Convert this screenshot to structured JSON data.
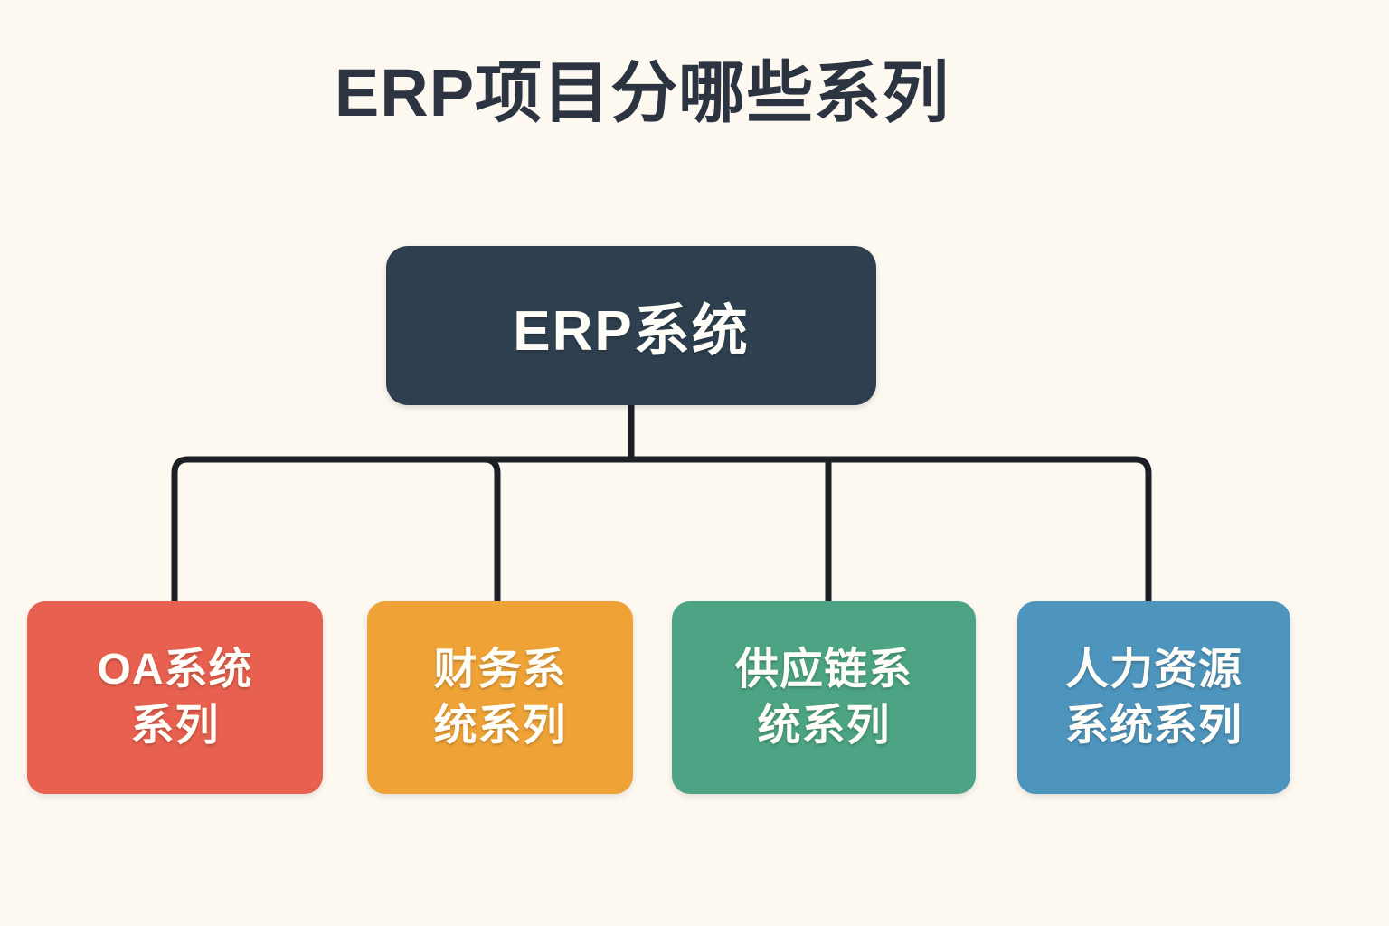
{
  "page": {
    "title": "ERP项目分哪些系列",
    "background_color": "#FDF8F0",
    "title_color": "#2B3440"
  },
  "diagram": {
    "type": "org-tree",
    "root": {
      "label": "ERP系统",
      "color": "#2E4050",
      "text_color": "#FFFDF7"
    },
    "children": [
      {
        "label": "OA系统\n系列",
        "line1": "OA系统",
        "line2": "系列",
        "color": "#E8604F",
        "text_color": "#FFFDF7"
      },
      {
        "label": "财务系\n统系列",
        "line1": "财务系",
        "line2": "统系列",
        "color": "#EFA337",
        "text_color": "#FFFDF7"
      },
      {
        "label": "供应链系\n统系列",
        "line1": "供应链系",
        "line2": "统系列",
        "color": "#4CA484",
        "text_color": "#FFFDF7"
      },
      {
        "label": "人力资源\n系统系列",
        "line1": "人力资源",
        "line2": "系统系列",
        "color": "#4E95BD",
        "text_color": "#FFFDF7"
      }
    ],
    "connector_color": "#1C1F26"
  }
}
